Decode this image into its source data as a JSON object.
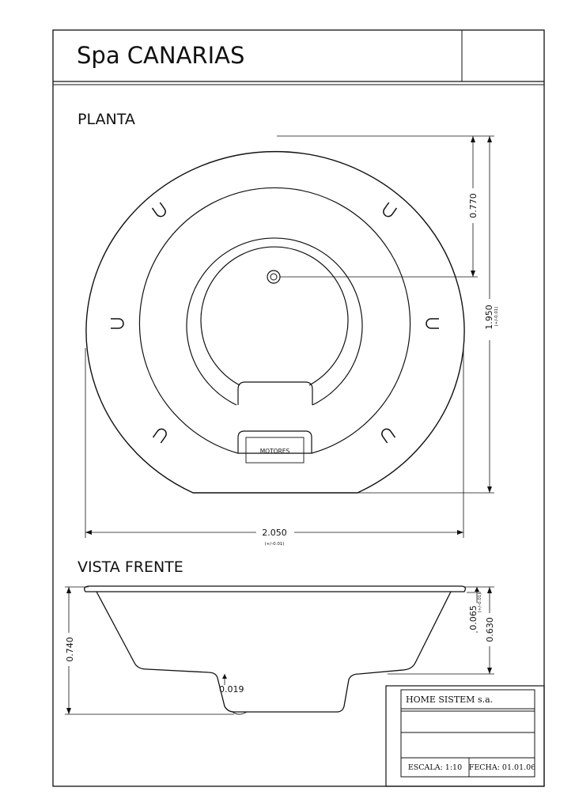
{
  "title": "Spa CANARIAS",
  "views": {
    "plan": {
      "label": "PLANTA",
      "motor_label": "MOTORES",
      "dims": {
        "center_offset": "0.770",
        "overall_depth": "1.950",
        "overall_depth_tol": "(+/-0.01)",
        "overall_width": "2.050",
        "overall_width_tol": "(+/-0.01)"
      }
    },
    "front": {
      "label": "VISTA FRENTE",
      "dims": {
        "total_height": "0.740",
        "rim": "0.065",
        "rim_tol": "(+/-0.01)",
        "inner_depth": "0.630",
        "bottom": "0.019"
      }
    }
  },
  "title_block": {
    "company": "HOME SISTEM s.a.",
    "scale": "ESCALA: 1:10",
    "date": "FECHA: 01.01.06"
  }
}
